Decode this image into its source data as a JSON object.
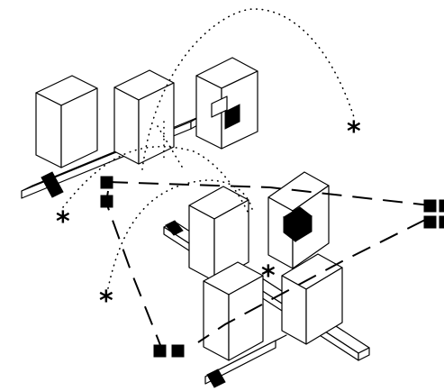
{
  "diagram": {
    "type": "isometric-building-blocks",
    "background": "#ffffff",
    "ink": "#000000",
    "markers": {
      "star_glyph": "*",
      "square_marker_icon": "filled-square-icon"
    },
    "groups": [
      {
        "id": "upper-left-assembly",
        "blocks": 3,
        "bars": 1
      },
      {
        "id": "lower-right-assembly",
        "blocks": 4,
        "bars": 2
      }
    ],
    "connectors": [
      {
        "style": "dotted",
        "kind": "arc"
      },
      {
        "style": "dashed",
        "kind": "polyline"
      }
    ]
  }
}
